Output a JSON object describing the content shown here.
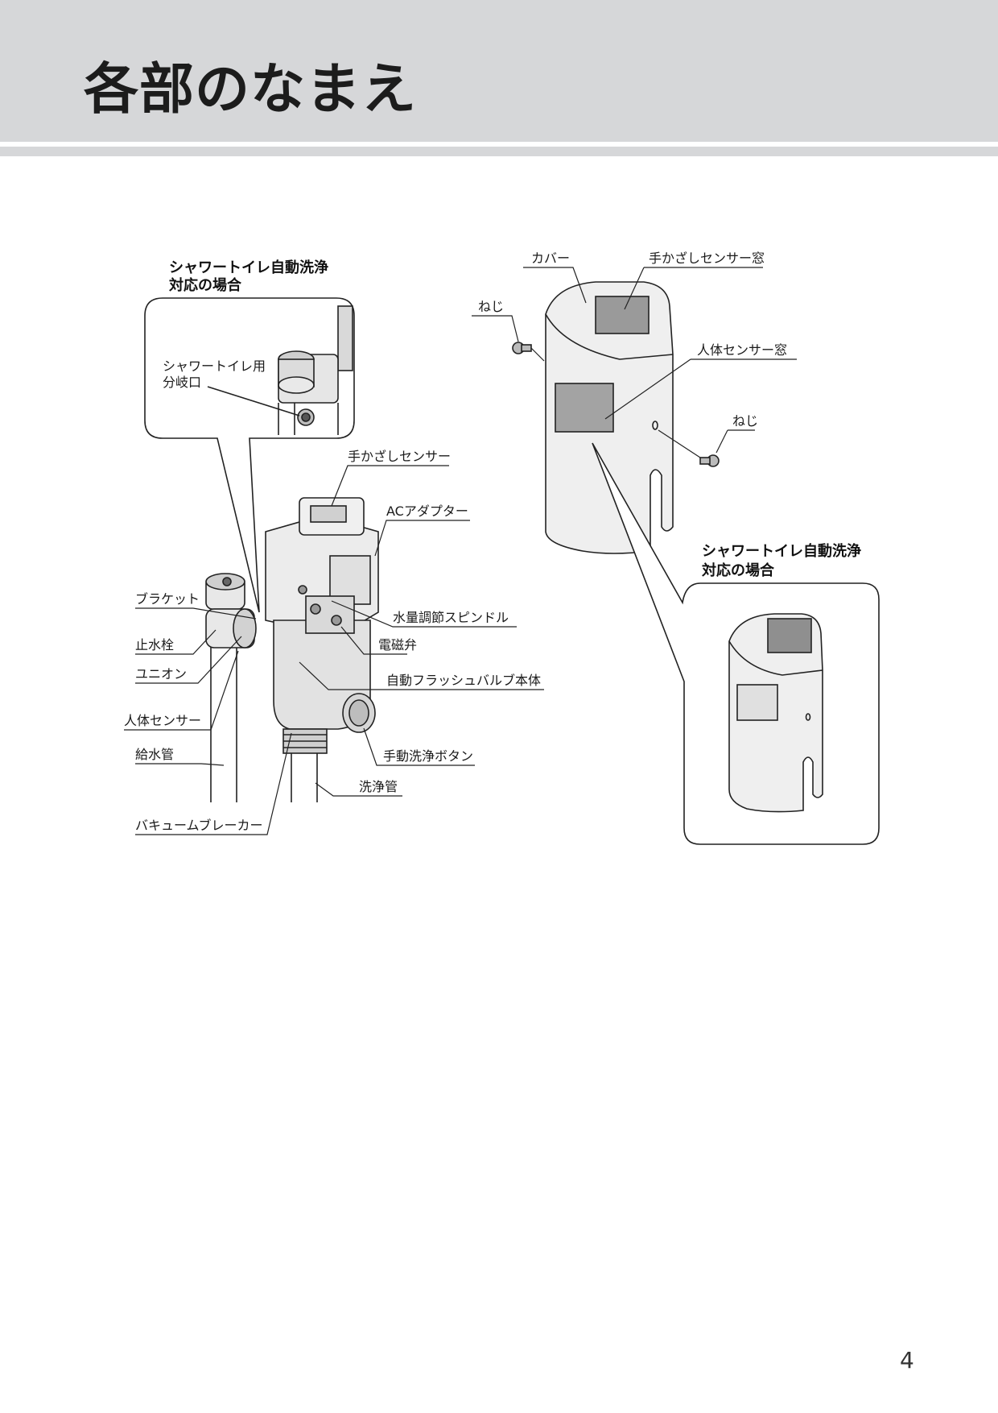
{
  "page": {
    "title": "各部のなまえ",
    "page_number": "4"
  },
  "unit_diagram": {
    "callout_title_line1": "シャワートイレ自動洗浄",
    "callout_title_line2": "対応の場合",
    "callout_label_line1": "シャワートイレ用",
    "callout_label_line2": "分岐口",
    "labels": {
      "hand_sensor": "手かざしセンサー",
      "ac_adapter": "ACアダプター",
      "bracket": "ブラケット",
      "flow_spindle": "水量調節スピンドル",
      "stop_valve": "止水栓",
      "solenoid_valve": "電磁弁",
      "union": "ユニオン",
      "valve_body": "自動フラッシュバルブ本体",
      "body_sensor": "人体センサー",
      "supply_pipe": "給水管",
      "manual_button": "手動洗浄ボタン",
      "flush_pipe": "洗浄管",
      "vacuum_breaker": "バキュームブレーカー"
    }
  },
  "cover_diagram": {
    "labels": {
      "cover": "カバー",
      "hand_sensor_window": "手かざしセンサー窓",
      "screw_left": "ねじ",
      "body_sensor_window": "人体センサー窓",
      "screw_right": "ねじ"
    },
    "callout_title_line1": "シャワートイレ自動洗浄",
    "callout_title_line2": "対応の場合"
  }
}
